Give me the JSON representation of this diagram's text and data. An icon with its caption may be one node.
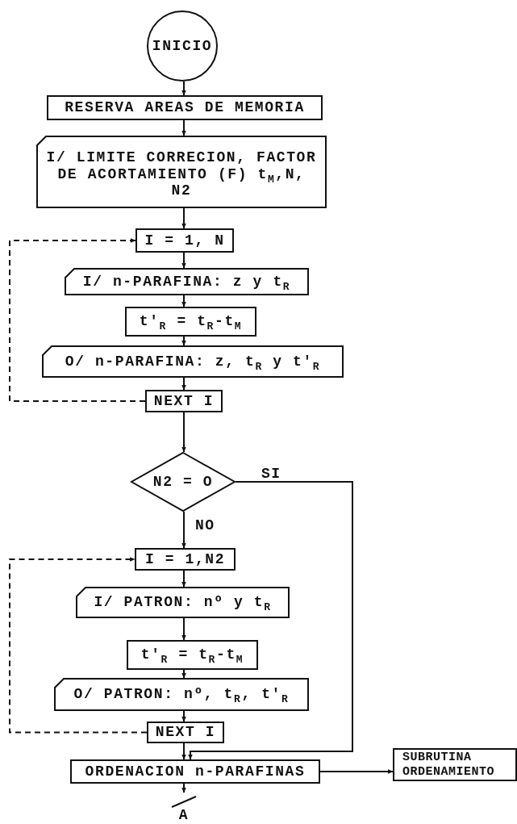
{
  "diagram": {
    "nodes": [
      {
        "text": [
          "INICIO"
        ]
      },
      {
        "text": [
          "RESERVA AREAS DE MEMORIA"
        ]
      },
      {
        "text": [
          "I/ LIMITE CORRECION, FACTOR DE ACORTAMIENTO (F) t$_{M}$,N, N2"
        ]
      },
      {
        "text": [
          "I = 1, N"
        ]
      },
      {
        "text": [
          "I/ n-PARAFINA: z y t$_{R}$"
        ]
      },
      {
        "text": [
          "t'$_{R}$ = t$_{R}$-t$_{M}$"
        ]
      },
      {
        "text": [
          "O/ n-PARAFINA: z, t$_{R}$ y t'$_{R}$"
        ]
      },
      {
        "text": [
          "NEXT I"
        ]
      },
      {
        "text": [
          "N2 = O"
        ]
      },
      {
        "text": [
          "I = 1,N2"
        ]
      },
      {
        "text": [
          "I/ PATRON: nº y t$_{R}$"
        ]
      },
      {
        "text": [
          "t'$_{R}$ = t$_{R}$-t$_{M}$"
        ]
      },
      {
        "text": [
          "O/ PATRON: nº, t$_{R}$, t'$_{R}$"
        ]
      },
      {
        "text": [
          "NEXT I"
        ]
      },
      {
        "text": [
          "ORDENACION n-PARAFINAS"
        ]
      },
      {
        "text": [
          "SUBRUTINA ORDENAMIENTO"
        ]
      },
      {
        "text": [
          "A"
        ]
      }
    ],
    "edges": [
      {
        "from": 0,
        "to": 1,
        "arrow": "to"
      },
      {
        "from": 1,
        "to": 2,
        "arrow": "to"
      },
      {
        "from": 2,
        "to": 3,
        "arrow": "to"
      },
      {
        "from": 3,
        "to": 4,
        "arrow": "to"
      },
      {
        "from": 4,
        "to": 5,
        "arrow": "to"
      },
      {
        "from": 5,
        "to": 6,
        "arrow": "to"
      },
      {
        "from": 6,
        "to": 7,
        "arrow": "to"
      },
      {
        "from": 7,
        "to": 3,
        "arrow": "to",
        "style": "dashed"
      },
      {
        "from": 7,
        "to": 8,
        "arrow": "to"
      },
      {
        "from": 8,
        "to": 9,
        "arrow": "to",
        "label": "NO"
      },
      {
        "from": 8,
        "to": 14,
        "arrow": "to",
        "label": "SI"
      },
      {
        "from": 9,
        "to": 10,
        "arrow": "to"
      },
      {
        "from": 10,
        "to": 11,
        "arrow": "to"
      },
      {
        "from": 11,
        "to": 12,
        "arrow": "to"
      },
      {
        "from": 12,
        "to": 13,
        "arrow": "to"
      },
      {
        "from": 13,
        "to": 9,
        "arrow": "to",
        "style": "dashed"
      },
      {
        "from": 13,
        "to": 14,
        "arrow": "to"
      },
      {
        "from": 14,
        "to": 15,
        "arrow": "to"
      },
      {
        "from": 14,
        "to": 16,
        "arrow": "to"
      }
    ]
  }
}
